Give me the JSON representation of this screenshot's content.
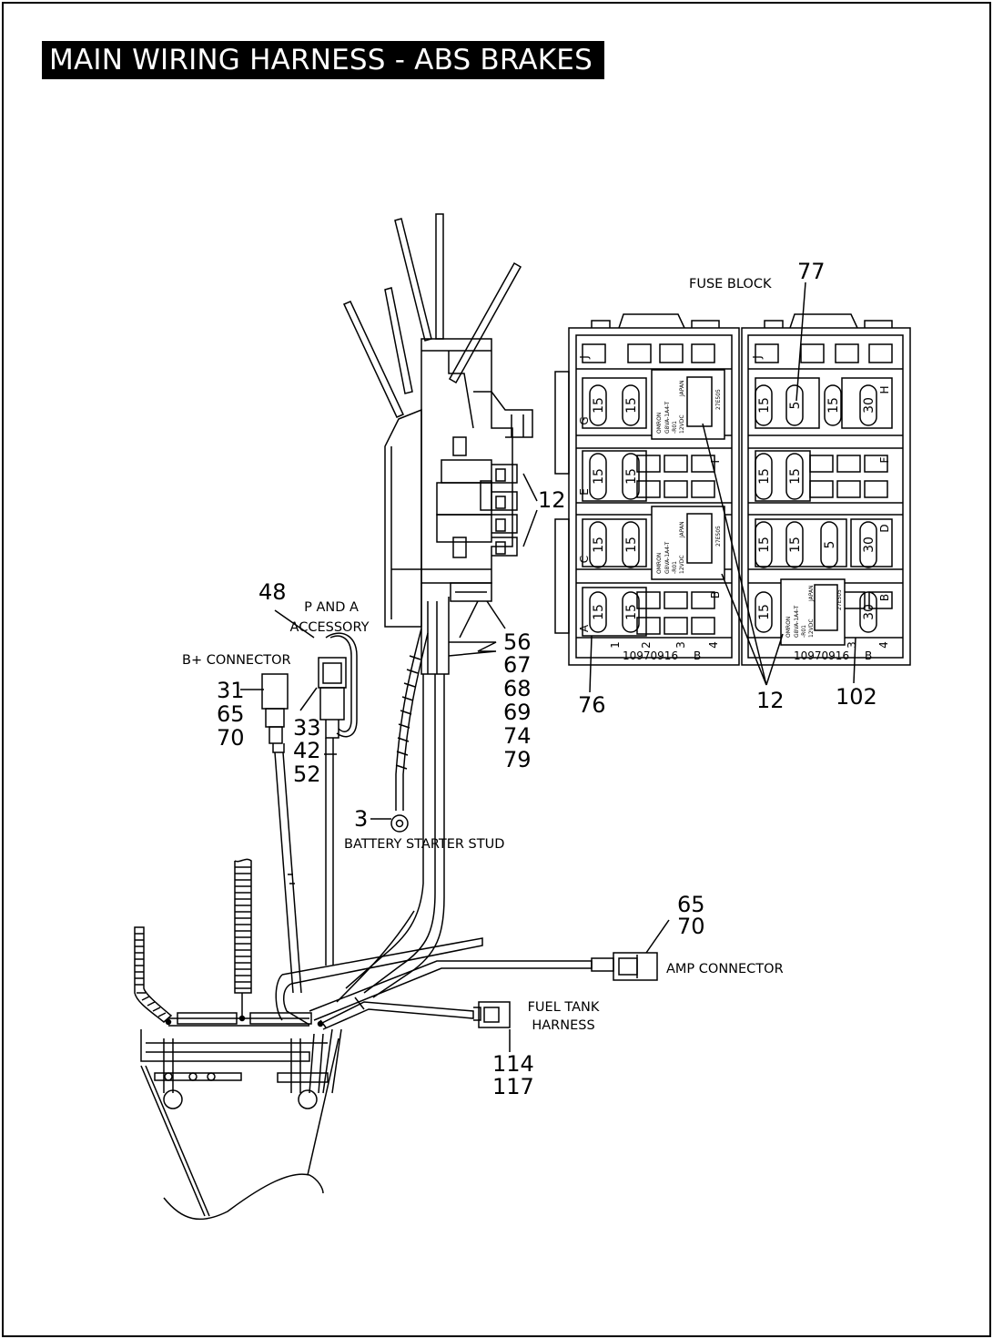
{
  "title": "MAIN WIRING HARNESS - ABS BRAKES",
  "labels": {
    "fuse_block": "FUSE BLOCK",
    "p_and_a_line1": "P AND A",
    "p_and_a_line2": "ACCESSORY",
    "b_plus_connector": "B+ CONNECTOR",
    "battery_starter_stud": "BATTERY STARTER STUD",
    "amp_connector": "AMP CONNECTOR",
    "fuel_tank_line1": "FUEL TANK",
    "fuel_tank_line2": "HARNESS"
  },
  "callouts": {
    "c77": "77",
    "c12_upper": "12",
    "c48": "48",
    "c31": "31",
    "c65_a": "65",
    "c70_a": "70",
    "c33": "33",
    "c42": "42",
    "c52": "52",
    "c56": "56",
    "c67": "67",
    "c68": "68",
    "c69": "69",
    "c74": "74",
    "c79": "79",
    "c76": "76",
    "c12_lower": "12",
    "c102": "102",
    "c3": "3",
    "c65_b": "65",
    "c70_b": "70",
    "c114": "114",
    "c117": "117"
  },
  "fuse_block": {
    "part_number_left": "10970916",
    "part_number_right": "10970916",
    "part_suffix": "B",
    "row_letters_left": [
      "J",
      "G",
      "E",
      "C",
      "A"
    ],
    "row_letters_right": [
      "H",
      "F",
      "D",
      "B"
    ],
    "terminal_numbers": [
      "1",
      "2",
      "3",
      "4"
    ],
    "left_fuses": [
      "15",
      "15",
      "15",
      "15",
      "15",
      "15",
      "15",
      "15"
    ],
    "right_fuses": [
      "15",
      "5",
      "15",
      "30",
      "15",
      "15",
      "15",
      "15",
      "5",
      "30",
      "15",
      "30"
    ],
    "relay_text": [
      "OMRON",
      "G8VA-1A4-T",
      "-R01",
      "12VDC",
      "JAPAN",
      "27E505"
    ]
  }
}
